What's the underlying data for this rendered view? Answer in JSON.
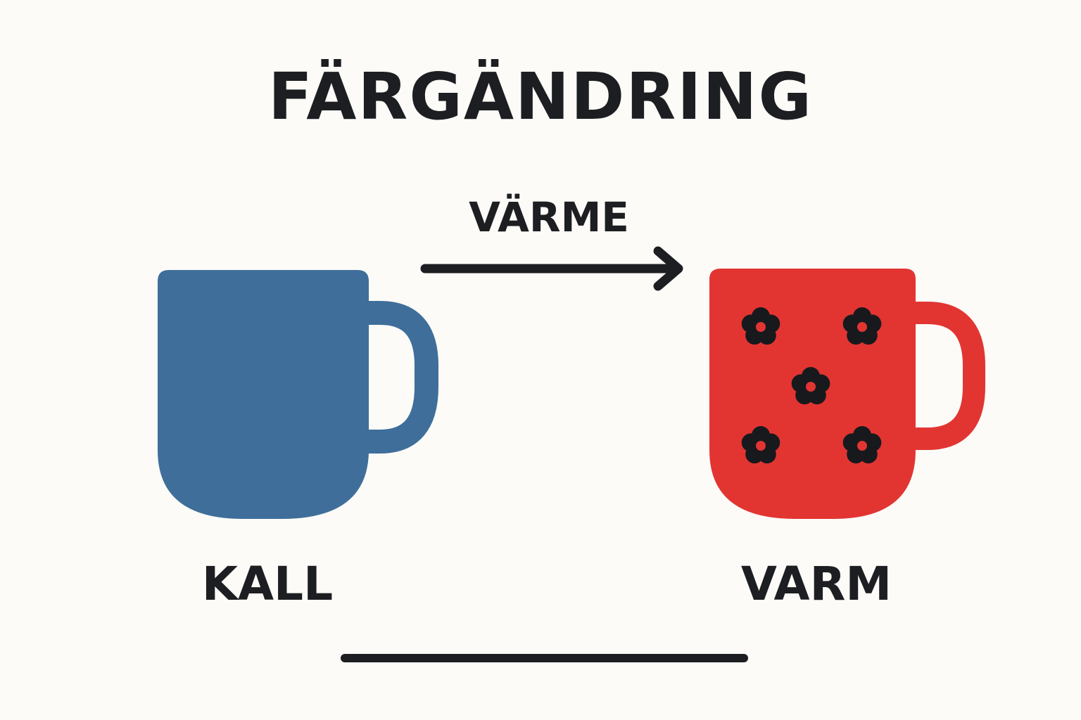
{
  "title": "FÄRGÄNDRING",
  "arrow_label": "VÄRME",
  "cold": {
    "label": "KALL",
    "color": "#3f6e9b"
  },
  "warm": {
    "label": "VARM",
    "color": "#e23532",
    "pattern_color": "#17191d",
    "icons": [
      "flower-icon",
      "flower-icon",
      "flower-icon",
      "flower-icon",
      "flower-icon"
    ]
  },
  "ink_color": "#1c1e22",
  "background": "#fcfbf7"
}
